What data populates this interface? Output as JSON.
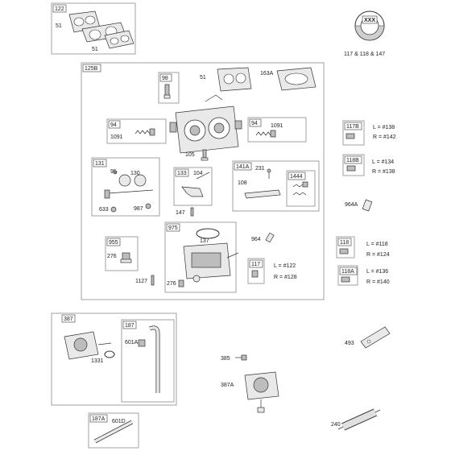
{
  "boxes": {
    "b122": "122",
    "b125B": "125B",
    "b98": "98",
    "b94a": "94",
    "b94b": "94",
    "b131": "131",
    "b133": "133",
    "b141A": "141A",
    "b1444": "1444",
    "b975": "975",
    "b955": "955",
    "b117": "117",
    "b117B": "117B",
    "b118B": "118B",
    "b118": "118",
    "b118A": "118A",
    "b387": "387",
    "b187": "187",
    "b187A": "187A"
  },
  "labels": {
    "l51a": "51",
    "l51b": "51",
    "l117_118_147": "117 & 118 & 147",
    "l51c": "51",
    "l163A": "163A",
    "l1091a": "1091",
    "l1091b": "1091",
    "l105": "105",
    "l95": "95",
    "l130": "130",
    "l104": "104",
    "l231": "231",
    "l108": "108",
    "l633": "633",
    "l987": "987",
    "l147": "147",
    "l137": "137",
    "l964": "964",
    "l964A": "964A",
    "l276a": "276",
    "l276b": "276",
    "l1127": "1127",
    "l493": "493",
    "l601A": "601A",
    "l1331": "1331",
    "l385": "385",
    "l387A": "387A",
    "l601D": "601D",
    "l240": "240",
    "lL138": "L = #138",
    "lR142": "R = #142",
    "lL134": "L = #134",
    "lR138": "R = #138",
    "lL118": "L = #118",
    "lR124": "R = #124",
    "lL136": "L = #136",
    "lR140": "R = #140",
    "lL122": "L = #122",
    "lR128": "R = #128",
    "seal_text": "XXX"
  }
}
